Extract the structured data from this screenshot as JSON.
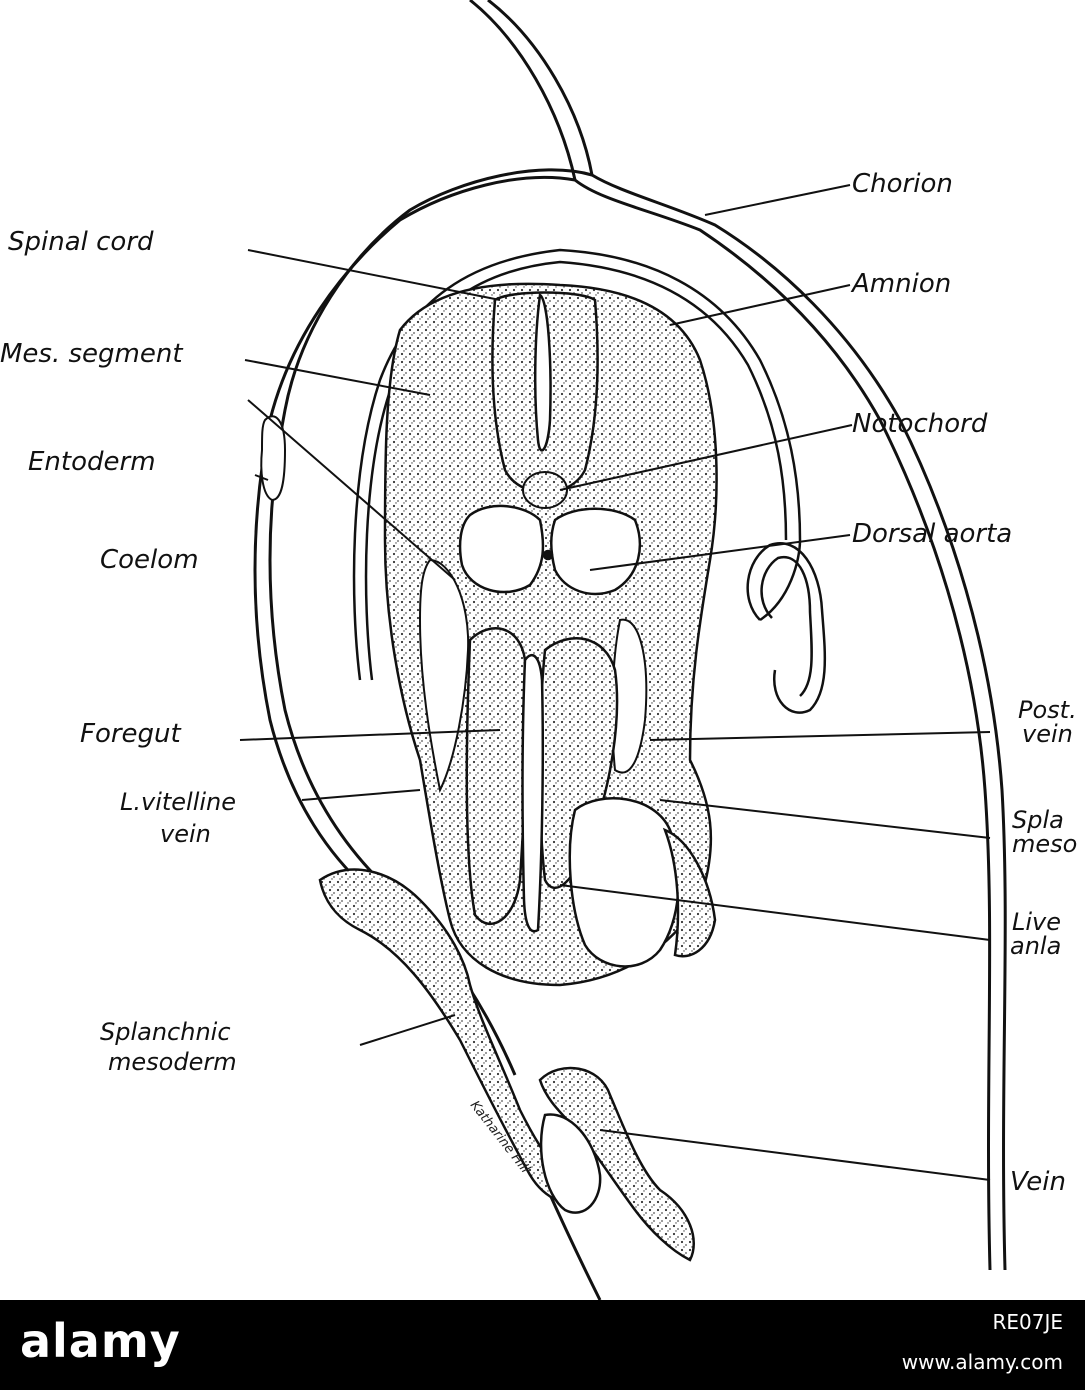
{
  "figure": {
    "labels_left": [
      {
        "id": "spinal-cord",
        "lines": [
          "Spinal cord"
        ]
      },
      {
        "id": "mes-segment",
        "lines": [
          "Mes. segment"
        ]
      },
      {
        "id": "entoderm",
        "lines": [
          "Entoderm"
        ]
      },
      {
        "id": "coelom",
        "lines": [
          "Coelom"
        ]
      },
      {
        "id": "foregut",
        "lines": [
          "Foregut"
        ]
      },
      {
        "id": "l-vitelline-vein",
        "lines": [
          "L.vitelline",
          "vein"
        ]
      },
      {
        "id": "splanchnic-mesoderm-left",
        "lines": [
          "Splanchnic",
          "mesoderm"
        ]
      }
    ],
    "labels_right": [
      {
        "id": "chorion",
        "lines": [
          "Chorion"
        ]
      },
      {
        "id": "amnion",
        "lines": [
          "Amnion"
        ]
      },
      {
        "id": "notochord",
        "lines": [
          "Notochord"
        ]
      },
      {
        "id": "dorsal-aorta",
        "lines": [
          "Dorsal aorta"
        ]
      },
      {
        "id": "post-vein",
        "lines": [
          "Post.",
          "vein"
        ]
      },
      {
        "id": "splanchnic-mesoderm-right",
        "lines": [
          "Spla",
          "meso"
        ]
      },
      {
        "id": "liver-anlage",
        "lines": [
          "Live",
          "anla"
        ]
      },
      {
        "id": "vein",
        "lines": [
          "Vein"
        ]
      }
    ],
    "artist_signature": "Katharine Hill"
  },
  "footer": {
    "brand": "alamy",
    "image_id": "RE07JE",
    "site": "www.alamy.com"
  }
}
